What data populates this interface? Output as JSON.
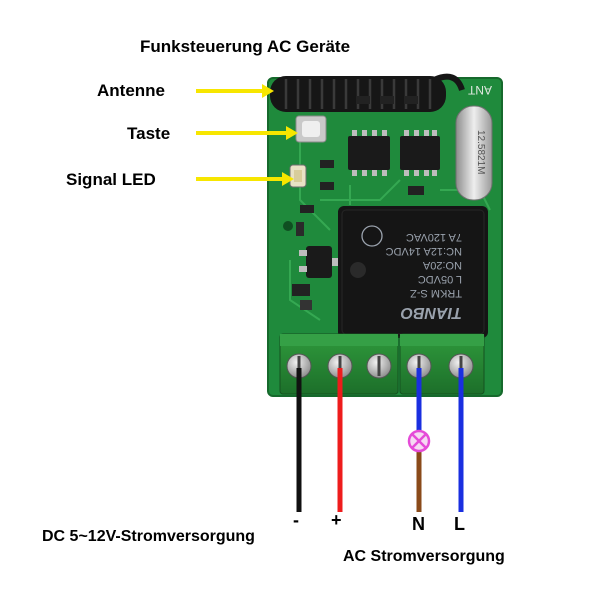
{
  "title": "Funksteuerung AC Geräte",
  "labels": {
    "antenne": "Antenne",
    "taste": "Taste",
    "signal_led": "Signal LED"
  },
  "terminals": {
    "minus": "-",
    "plus": "+",
    "n": "N",
    "l": "L"
  },
  "supply": {
    "dc": "DC 5~12V-Stromversorgung",
    "ac": "AC Stromversorgung"
  },
  "board": {
    "ant_marking": "ANT",
    "crystal_marking": "12.5821M",
    "relay_lines": [
      "TIANBO",
      "TRKM  S-Z",
      "L  05VDC",
      "NO:20A",
      "NC:12A  14VDC",
      "7A  120VAC"
    ]
  },
  "colors": {
    "pcb": "#1f8a3c",
    "relay": "#151515",
    "arrow": "#f7e600",
    "wire_dc_minus": "#111111",
    "wire_dc_plus": "#ee1c1c",
    "wire_ac": "#1a2fe0",
    "wire_load": "#8a4a1a",
    "lamp": "#e54bd8"
  }
}
